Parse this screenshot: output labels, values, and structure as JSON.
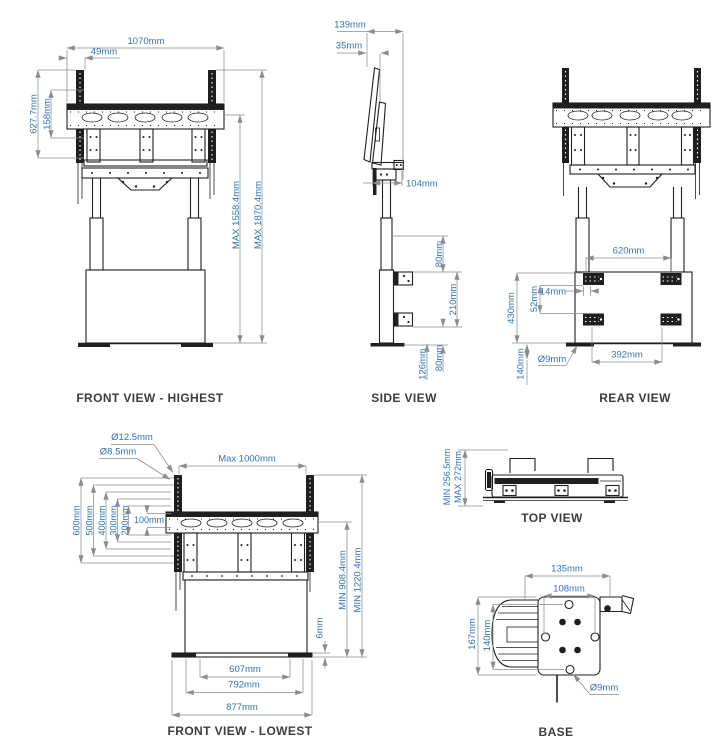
{
  "colors": {
    "background": "#ffffff",
    "dim_text": "#2e74b5",
    "dim_line": "#8c8c8c",
    "drawing_line": "#1f1f1f",
    "label_text": "#3d3d3d"
  },
  "views": {
    "front_highest": {
      "label": "FRONT VIEW - HIGHEST",
      "dims": {
        "total_width": "1070mm",
        "rail_inset": "49mm",
        "bracket_height": "627.7mm",
        "rail_slot_height": "158mm",
        "max_height_to_bracket": "MAX 1558.4mm",
        "max_height_overall": "MAX 1870.4mm"
      }
    },
    "side": {
      "label": "SIDE VIEW",
      "dims": {
        "total_depth": "139mm",
        "panel_depth": "35mm",
        "column_depth": "104mm",
        "upper_bracket_offset": "80mm",
        "bracket_gap": "210mm",
        "lower_bracket_offset": "80mm",
        "foot_clearance": "126mm"
      }
    },
    "rear": {
      "label": "REAR VIEW",
      "dims": {
        "bracket_span": "620mm",
        "slot_offset": "14mm",
        "slot_pitch": "52mm",
        "bracket_column_height": "430mm",
        "foot_drop": "140mm",
        "hole_diameter": "Ø9mm",
        "hole_span": "392mm"
      }
    },
    "front_lowest": {
      "label": "FRONT VIEW - LOWEST",
      "dims": {
        "hole_large": "Ø12.5mm",
        "hole_small": "Ø8.5mm",
        "max_panel_width": "Max 1000mm",
        "vesa_600": "600mm",
        "vesa_500": "500mm",
        "vesa_400": "400mm",
        "vesa_300": "300mm",
        "vesa_200": "200mm",
        "vesa_100": "100mm",
        "min_height_bracket": "MIN 908.4mm",
        "min_height_overall": "MIN 1220.4mm",
        "foot_plate_thickness": "6mm",
        "foot_inner_span": "607mm",
        "foot_outer_span": "792mm",
        "base_width": "877mm"
      }
    },
    "top": {
      "label": "TOP VIEW",
      "dims": {
        "min_depth": "MIN 256.5mm",
        "max_depth": "MAX 272mm"
      }
    },
    "base": {
      "label": "BASE",
      "dims": {
        "plate_width": "135mm",
        "hole_span_h": "108mm",
        "plate_height": "167mm",
        "hole_span_v": "140mm",
        "hole_diameter": "Ø9mm"
      }
    }
  }
}
